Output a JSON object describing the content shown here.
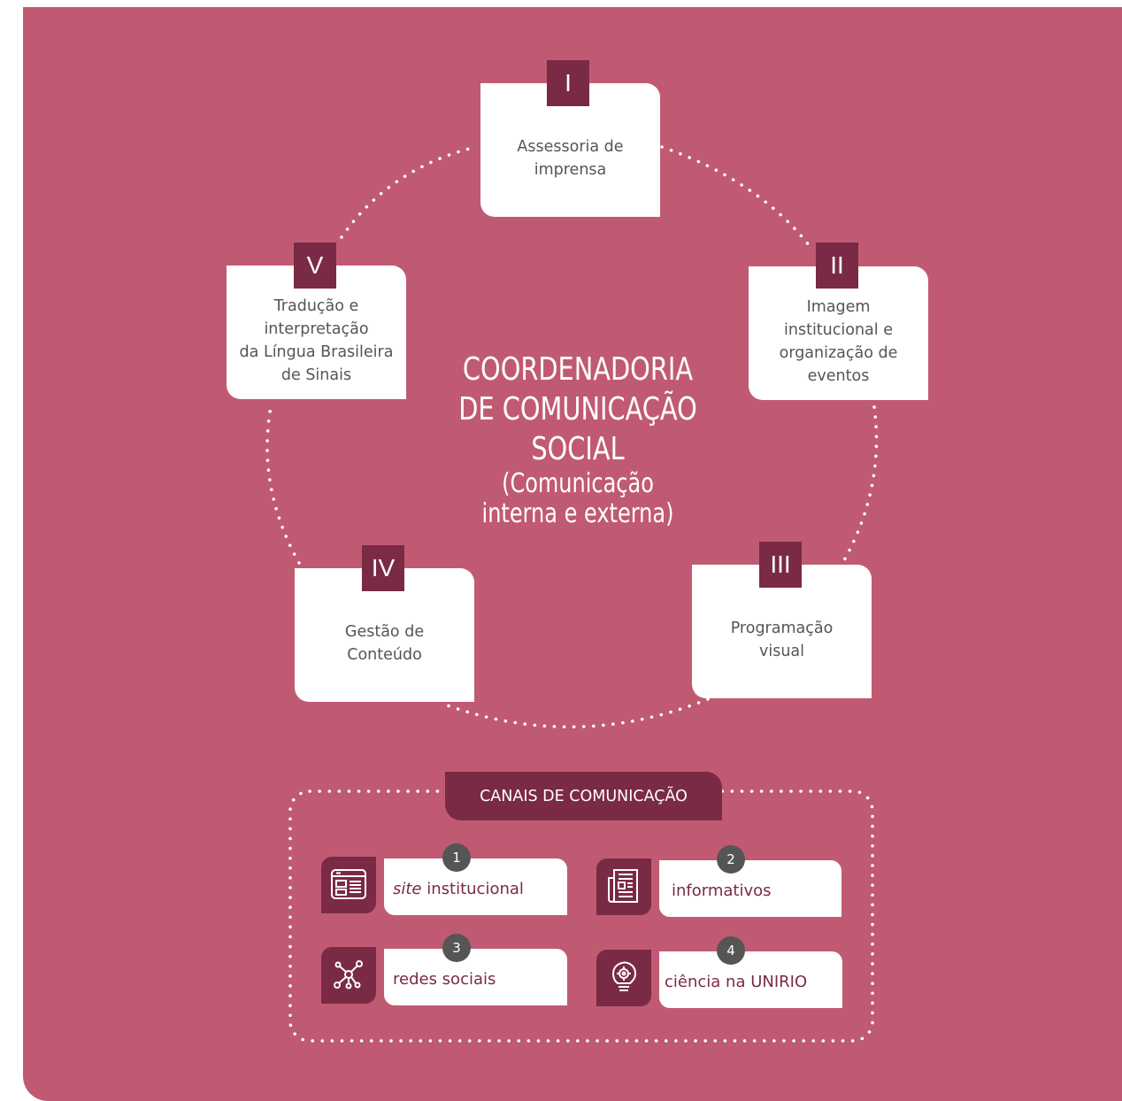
{
  "title": {
    "line1": "COORDENADORIA",
    "line2": "DE COMUNICAÇÃO",
    "line3": "SOCIAL",
    "sub1": "(Comunicação",
    "sub2": "interna e externa)"
  },
  "areas": [
    {
      "numeral": "I",
      "label": "Assessoria de\nimprensa"
    },
    {
      "numeral": "II",
      "label": "Imagem\ninstitucional e\norganização de\neventos"
    },
    {
      "numeral": "III",
      "label": "Programação\nvisual"
    },
    {
      "numeral": "IV",
      "label": "Gestão de\nConteúdo"
    },
    {
      "numeral": "V",
      "label": "Tradução e\ninterpretação\nda Língua Brasileira\nde Sinais"
    }
  ],
  "canais": {
    "header": "CANAIS DE COMUNICAÇÃO",
    "items": [
      {
        "number": "1",
        "label_italic": "site",
        "label": " institucional",
        "icon": "website-icon"
      },
      {
        "number": "2",
        "label": "informativos",
        "icon": "newspaper-icon"
      },
      {
        "number": "3",
        "label": "redes sociais",
        "icon": "network-icon"
      },
      {
        "number": "4",
        "label": "ciência na UNIRIO",
        "icon": "lightbulb-gear-icon"
      }
    ]
  },
  "colors": {
    "background": "#c05a73",
    "accent": "#7a2a44",
    "card": "#ffffff",
    "badge": "#555555"
  }
}
